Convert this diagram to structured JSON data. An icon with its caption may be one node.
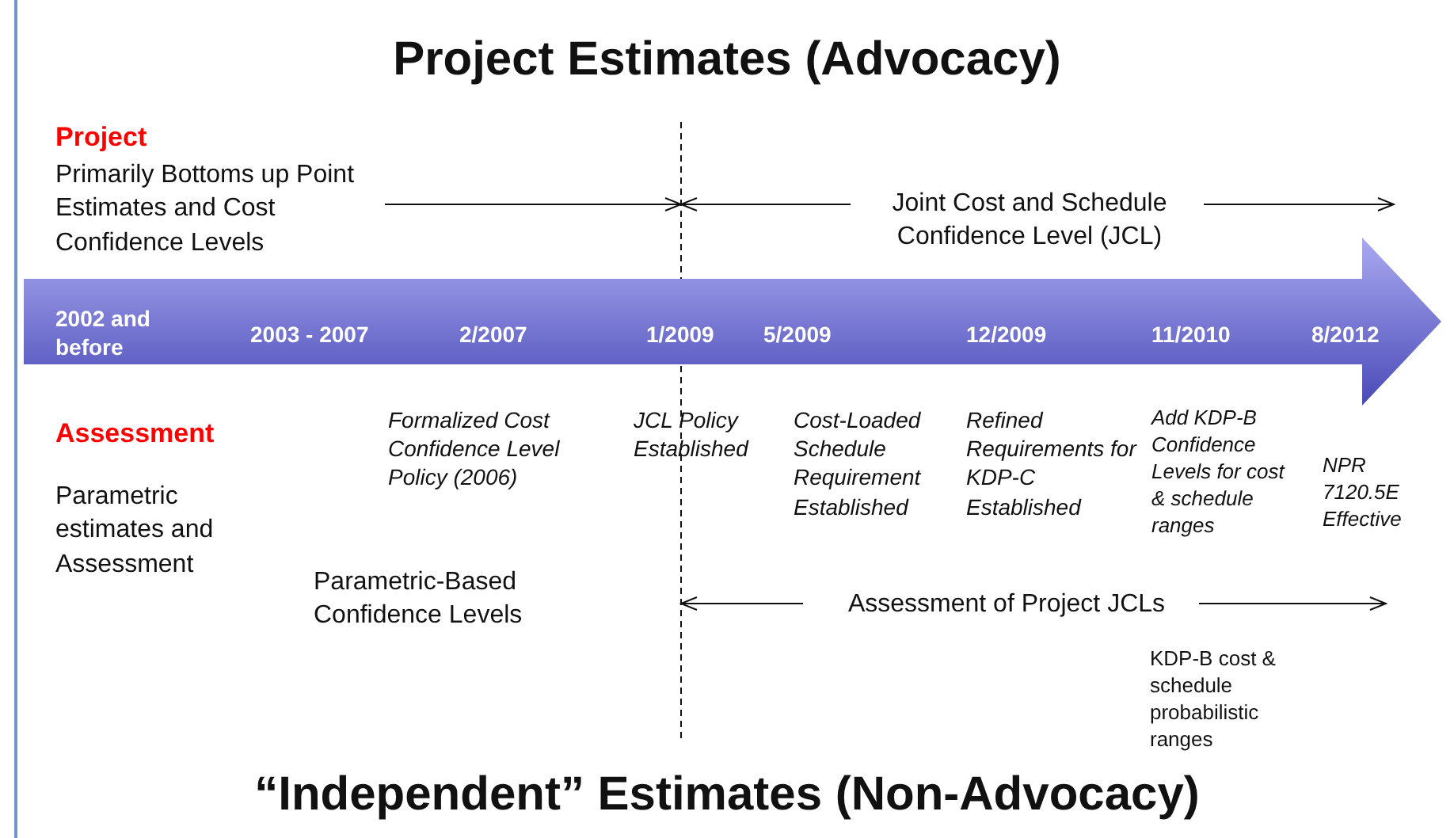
{
  "diagram": {
    "title": "Project Estimates (Advocacy)",
    "caption": "“Independent” Estimates (Non-Advocacy)",
    "nodes": [
      {
        "text": [
          "2002 and before",
          "2003 - 2007",
          "2/2007",
          "1/2009",
          "5/2009",
          "12/2009",
          "11/2010",
          "8/2012"
        ]
      }
    ],
    "labels": [
      "Project",
      "Primarily Bottoms up Point Estimates and Cost Confidence Levels",
      "Joint Cost and Schedule Confidence Level (JCL)",
      "Assessment",
      "Formalized Cost Confidence Level Policy (2006)",
      "JCL Policy Established",
      "Cost-Loaded Schedule Requirement Established",
      "Refined Requirements for KDP-C Established",
      "Add KDP-B Confidence Levels for cost & schedule ranges",
      "NPR 7120.5E Effective",
      "Parametric estimates and Assessment",
      "Parametric-Based Confidence Levels",
      "Assessment of Project JCLs",
      "KDP-B cost & schedule probabilistic ranges"
    ]
  }
}
